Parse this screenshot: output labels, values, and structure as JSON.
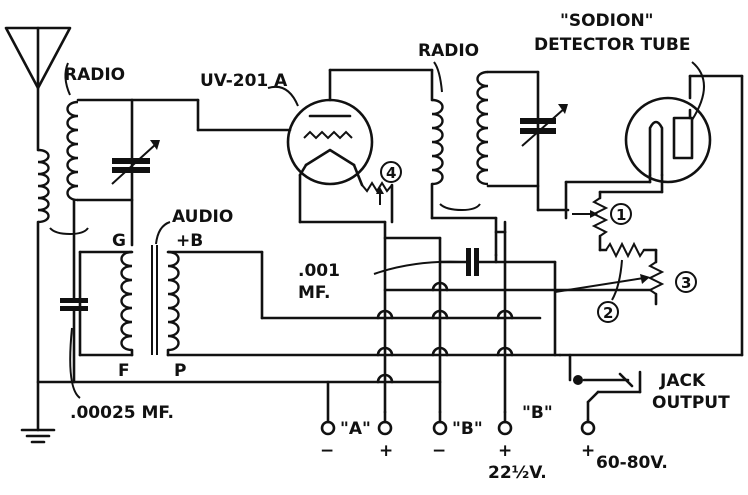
{
  "labels": {
    "radio_left": "RADIO",
    "tube_left": "UV-201 A",
    "radio_right": "RADIO",
    "sodion": "\"SODION\"",
    "detector_tube": "DETECTOR TUBE",
    "audio": "AUDIO",
    "g": "G",
    "plus_b": "+B",
    "f": "F",
    "p": "P",
    "cap_001": ".001",
    "mf": "MF.",
    "cap_00025": ".00025 MF.",
    "n1": "1",
    "n2": "2",
    "n3": "3",
    "n4": "4",
    "jack": "JACK",
    "output": "OUTPUT",
    "term_a": "\"A\"",
    "term_b1": "\"B\"",
    "term_b2": "\"B\"",
    "minus1": "−",
    "plus1": "+",
    "minus2": "−",
    "plus2": "+",
    "v22": "22½V.",
    "plus3": "+",
    "v6080": "60-80V."
  }
}
